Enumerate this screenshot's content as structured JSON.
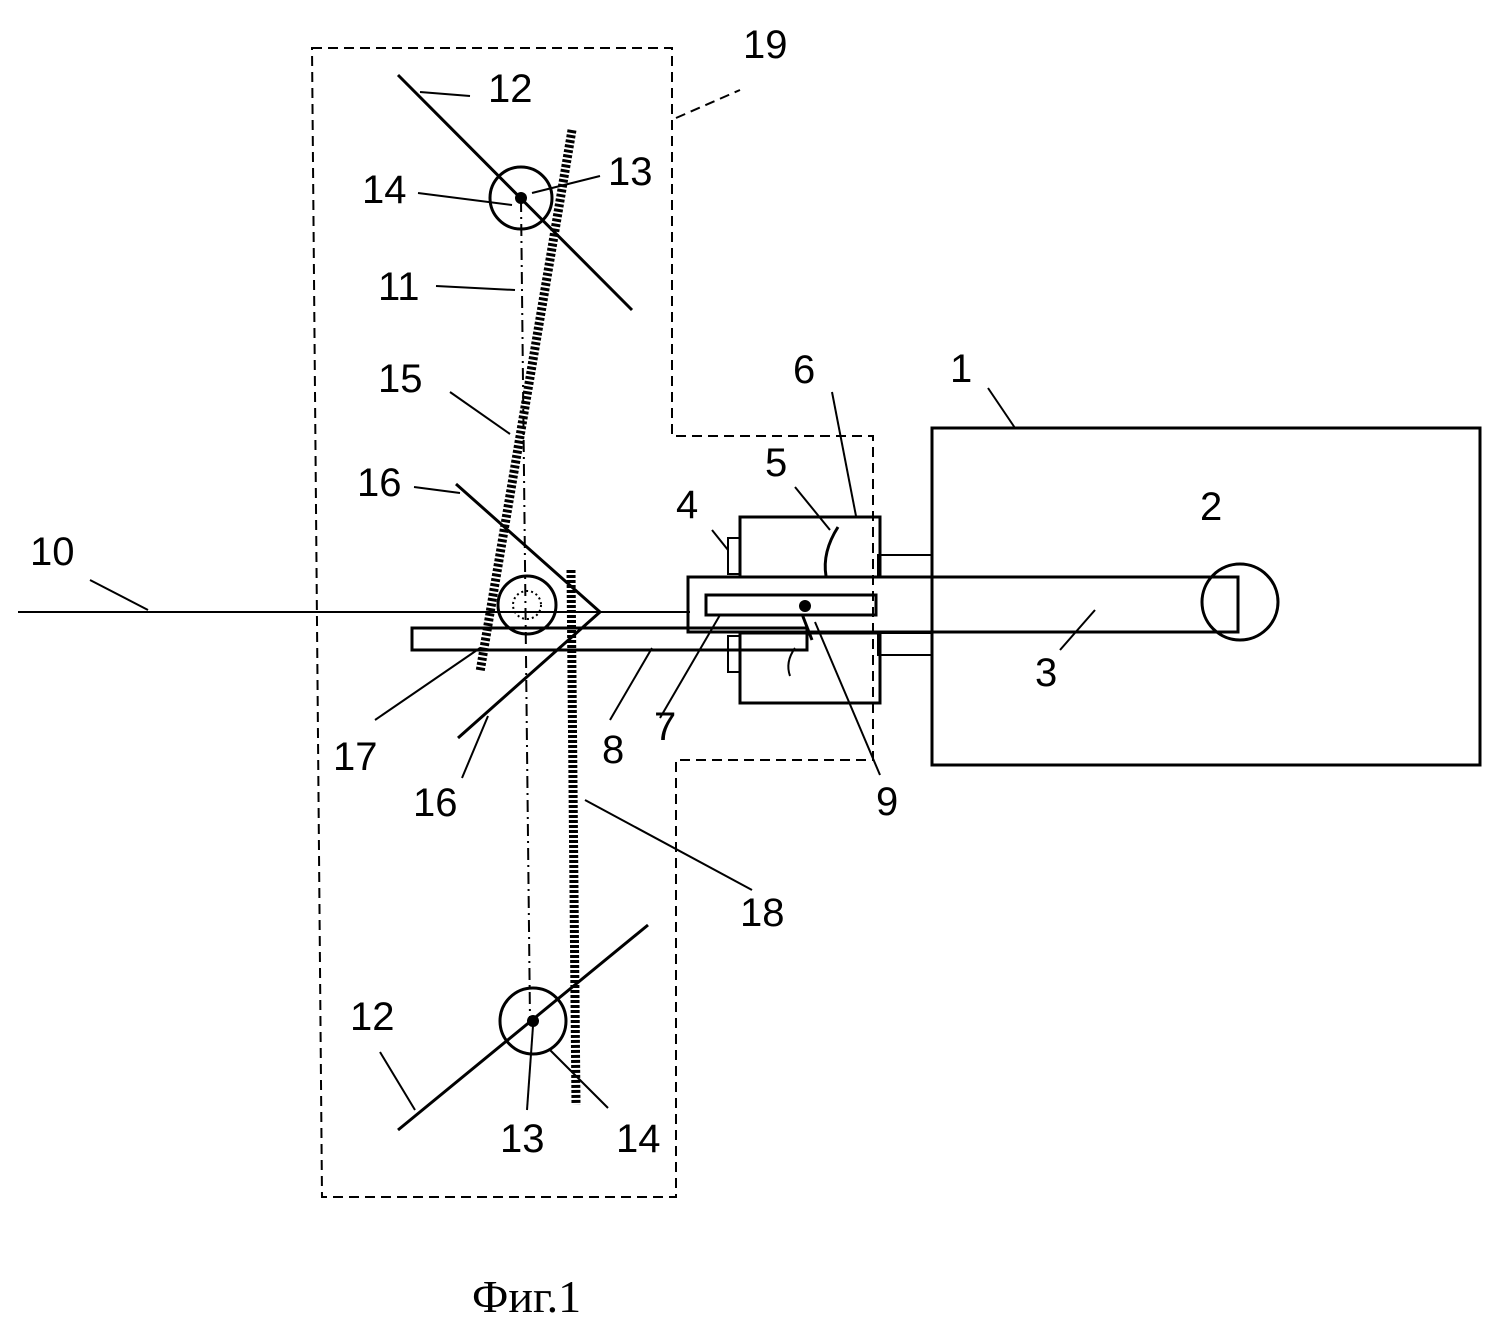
{
  "labels": {
    "l1": "1",
    "l2": "2",
    "l3": "3",
    "l4": "4",
    "l5": "5",
    "l6": "6",
    "l7": "7",
    "l8": "8",
    "l9": "9",
    "l10": "10",
    "l11": "11",
    "l12a": "12",
    "l12b": "12",
    "l13a": "13",
    "l13b": "13",
    "l14a": "14",
    "l14b": "14",
    "l15": "15",
    "l16a": "16",
    "l16b": "16",
    "l17": "17",
    "l18": "18",
    "l19": "19"
  },
  "caption": "Фиг.1"
}
